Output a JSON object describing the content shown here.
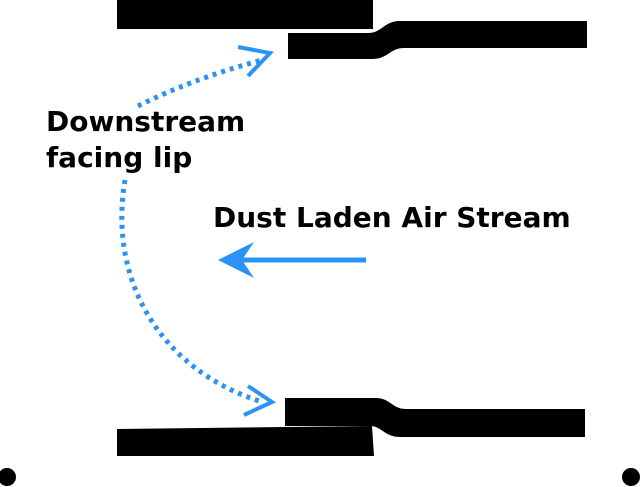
{
  "labels": {
    "lip_line1": "Downstream",
    "lip_line2": "facing lip",
    "airstream": "Dust Laden Air Stream"
  },
  "colors": {
    "background": "#ffffff",
    "duct": "#000000",
    "arrow": "#2a93f5",
    "text": "#000000"
  },
  "icons": {
    "airflow_arrow": "arrow-left-icon",
    "lip_pointer": "dotted-curved-double-arrow-icon"
  }
}
